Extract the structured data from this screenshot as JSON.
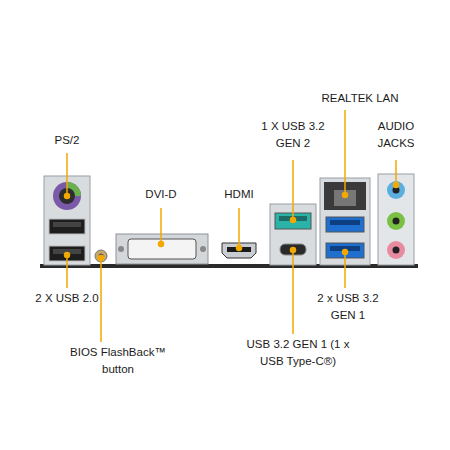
{
  "diagram": {
    "labels": [
      "PS/2",
      "1 X USB 3.2 GEN 2",
      "REALTEK LAN",
      "AUDIO JACKS",
      "DVI-D",
      "HDMI",
      "2 X USB 2.0",
      "BIOS FlashBack™ button",
      "2 x USB 3.2 GEN 1",
      "USB 3.2 GEN 1 (1 x USB Type-C®)"
    ]
  }
}
